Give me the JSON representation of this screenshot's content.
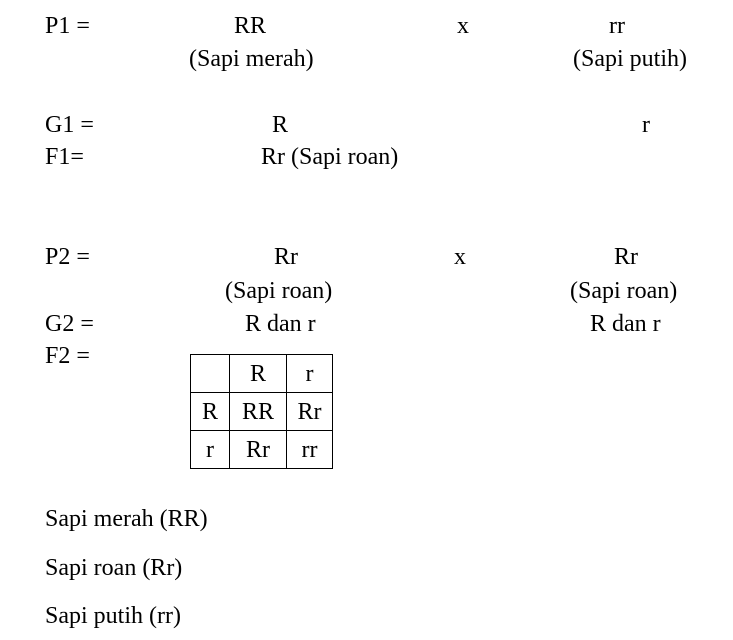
{
  "cross1": {
    "p_label": "P1  =",
    "parent1_genotype": "RR",
    "cross_sign": "x",
    "parent2_genotype": "rr",
    "parent1_phenotype": "(Sapi merah)",
    "parent2_phenotype": "(Sapi putih)",
    "g_label": "G1 =",
    "gamete1": "R",
    "gamete2": "r",
    "f_label": "F1=",
    "offspring": "Rr (Sapi roan)"
  },
  "cross2": {
    "p_label": "P2 =",
    "parent1_genotype": "Rr",
    "cross_sign": "x",
    "parent2_genotype": "Rr",
    "parent1_phenotype": "(Sapi roan)",
    "parent2_phenotype": "(Sapi roan)",
    "g_label": "G2 =",
    "gametes1": "R dan r",
    "gametes2": "R dan r",
    "f_label": "F2 ="
  },
  "punnett": {
    "header": [
      "",
      "R",
      "r"
    ],
    "rows": [
      [
        "R",
        "RR",
        "Rr"
      ],
      [
        "r",
        "Rr",
        "rr"
      ]
    ]
  },
  "results": [
    "Sapi merah (RR)",
    "Sapi roan (Rr)",
    "Sapi putih (rr)"
  ]
}
